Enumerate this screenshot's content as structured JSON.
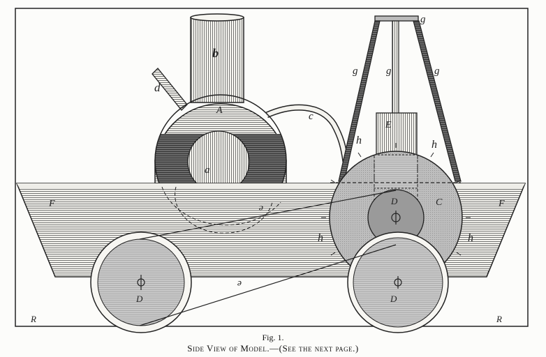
{
  "labels": {
    "b": "b",
    "d": "d",
    "A": "A",
    "c_pipe": "c",
    "a": "a",
    "e_upper": "e",
    "e_lower": "e",
    "E": "E",
    "g_top": "g",
    "g_left": "g",
    "g_mid": "g",
    "g_right": "g",
    "h_left_top": "h",
    "h_right_top": "h",
    "h_left_low": "h",
    "h_right_low": "h",
    "C": "C",
    "D_upper": "D",
    "D_left": "D",
    "D_right": "D",
    "F_left": "F",
    "F_right": "F",
    "R_left": "R",
    "R_right": "R"
  },
  "caption": {
    "fig_number": "Fig. 1.",
    "title": "Side View of Model.—(See the next page.)"
  }
}
